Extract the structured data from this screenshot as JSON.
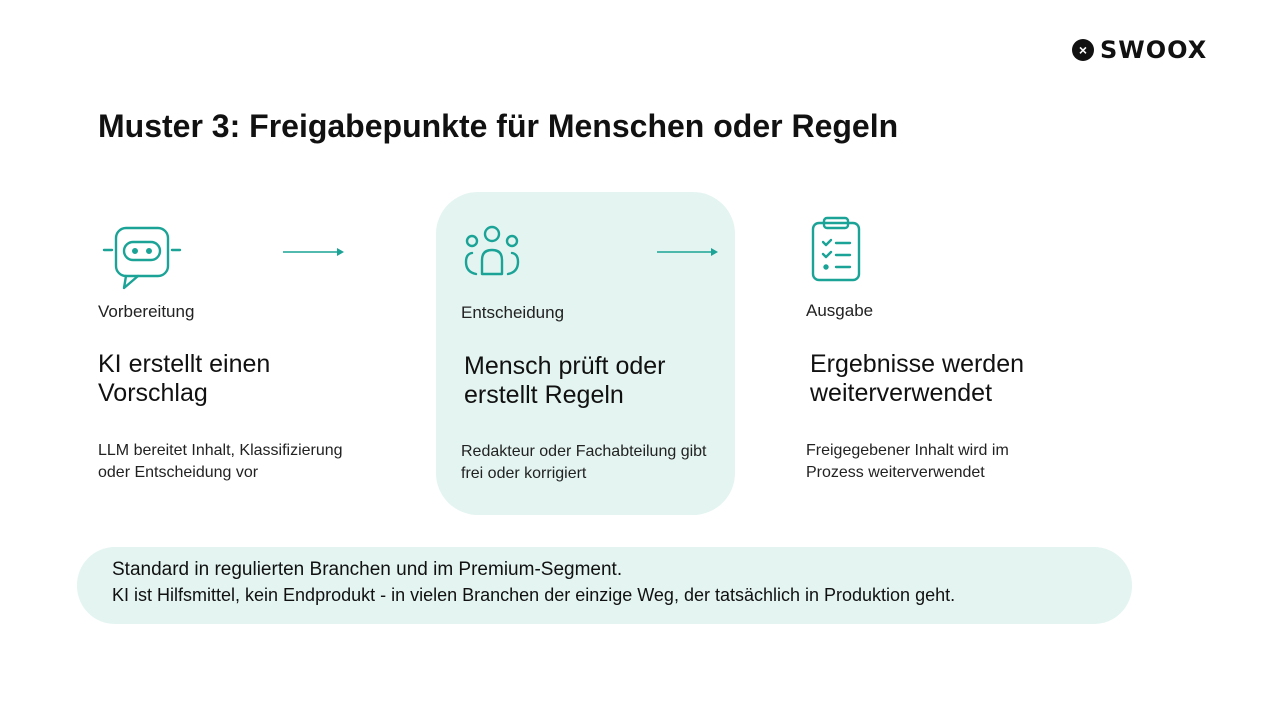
{
  "brand": {
    "logo_text": "SWOOX",
    "logo_mark": "×",
    "accent_color": "#1aa396",
    "highlight_bg": "#e3f4f1"
  },
  "title": "Muster 3: Freigabepunkte für Menschen oder Regeln",
  "steps": [
    {
      "icon": "robot-chat-icon",
      "label": "Vorbereitung",
      "heading": "KI erstellt einen Vorschlag",
      "description": "LLM bereitet Inhalt, Klassifizierung oder Entscheidung vor"
    },
    {
      "icon": "people-group-icon",
      "label": "Entscheidung",
      "heading": "Mensch prüft oder erstellt Regeln",
      "description": "Redakteur oder Fachabteilung gibt frei oder korrigiert"
    },
    {
      "icon": "clipboard-checklist-icon",
      "label": "Ausgabe",
      "heading": "Ergebnisse werden weiterverwendet",
      "description": "Freigegebener Inhalt wird im Prozess weiterverwendet"
    }
  ],
  "note": {
    "line1": "Standard in regulierten Branchen und im Premium-Segment.",
    "line2": "KI ist Hilfsmittel, kein Endprodukt - in vielen Branchen der einzige Weg, der tatsächlich in Produktion geht."
  }
}
